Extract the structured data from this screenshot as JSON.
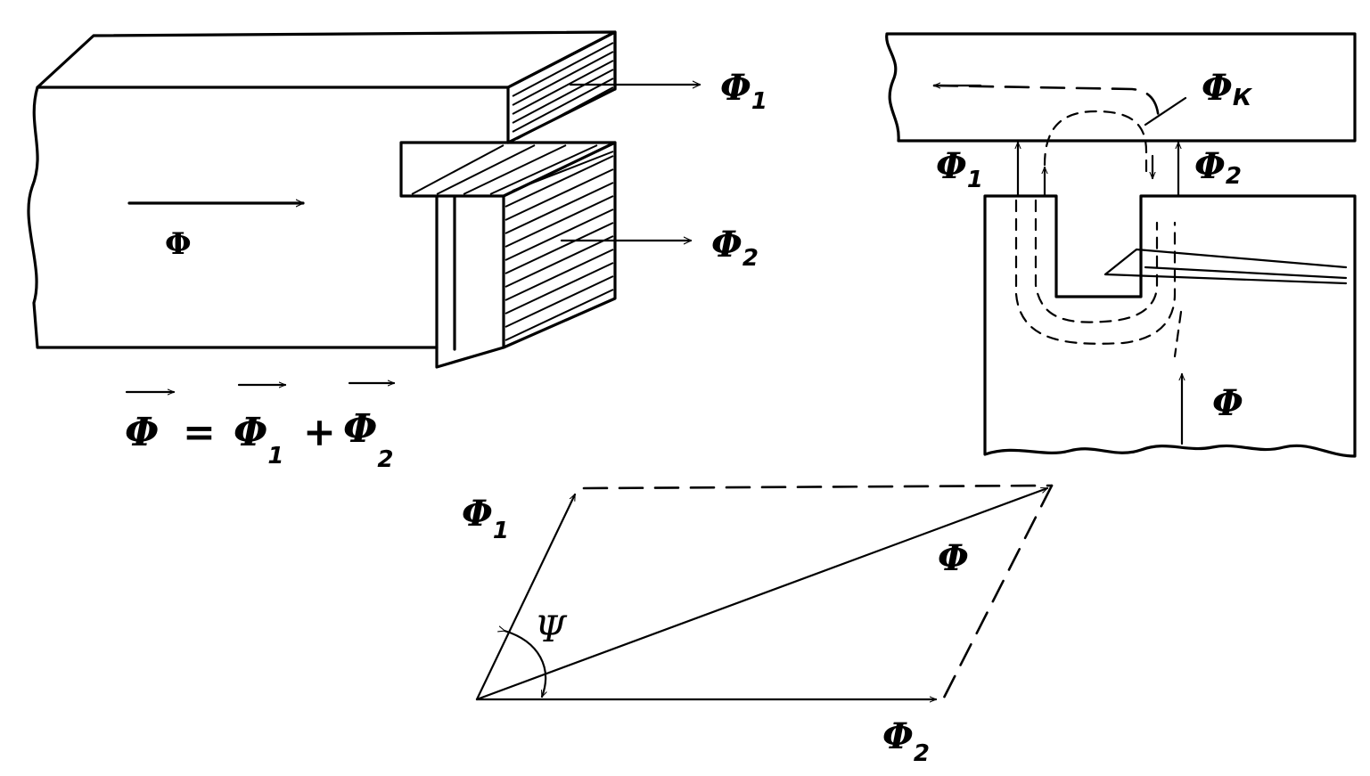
{
  "labels": {
    "phi_top": "Φ",
    "phi_top_sub": "1",
    "phi_side": "Φ",
    "phi_side_sub": "2",
    "phi_core": "Φ",
    "equation": {
      "lhs": "Φ",
      "equals": "=",
      "t1": "Φ",
      "t1_sub": "1",
      "plus": "+",
      "t2": "Φ",
      "t2_sub": "2"
    },
    "slot_phi_k": "Φ",
    "slot_phi_k_sub": "К",
    "slot_phi1": "Φ",
    "slot_phi1_sub": "1",
    "slot_phi2": "Φ",
    "slot_phi2_sub": "2",
    "slot_phi": "Φ",
    "par_phi1": "Φ",
    "par_phi1_sub": "1",
    "par_phi": "Φ",
    "par_psi": "Ψ",
    "par_phi2": "Φ",
    "par_phi2_sub": "2"
  }
}
